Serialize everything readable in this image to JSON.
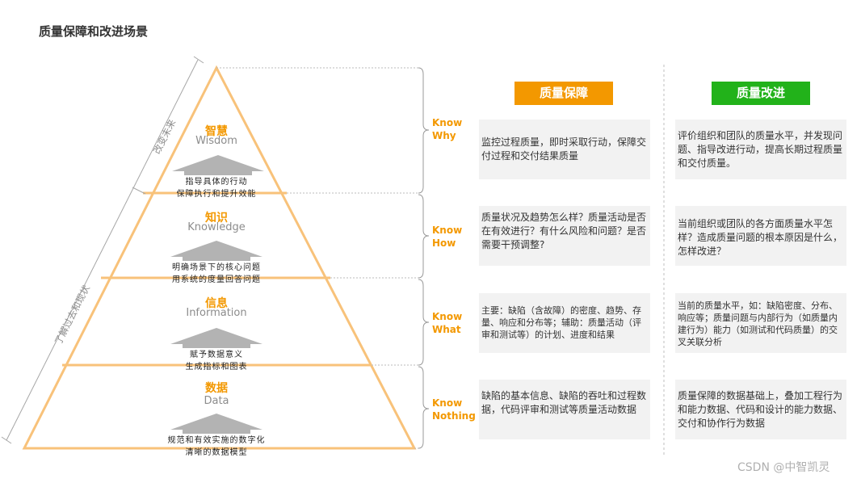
{
  "title": "质量保障和改进场景",
  "pyramid": {
    "levels": [
      {
        "cn": "智慧",
        "en": "Wisdom"
      },
      {
        "cn": "知识",
        "en": "Knowledge"
      },
      {
        "cn": "信息",
        "en": "Information"
      },
      {
        "cn": "数据",
        "en": "Data"
      }
    ],
    "arrows": [
      {
        "line1": "指导具体的行动",
        "line2": "保障执行和提升效能"
      },
      {
        "line1": "明确场景下的核心问题",
        "line2": "用系统的度量回答问题"
      },
      {
        "line1": "赋予数据意义",
        "line2": "生成指标和图表"
      },
      {
        "line1": "规范和有效实施的数字化",
        "line2": "清晰的数据模型"
      }
    ],
    "side_top": "改变未来",
    "side_bottom": "了解过去和现状"
  },
  "know_labels": [
    {
      "line1": "Know",
      "line2": "Why"
    },
    {
      "line1": "Know",
      "line2": "How"
    },
    {
      "line1": "Know",
      "line2": "What"
    },
    {
      "line1": "Know",
      "line2": "Nothing"
    }
  ],
  "columns": {
    "assurance": {
      "header": "质量保障",
      "color": "#f39800",
      "cells": [
        "监控过程质量，即时采取行动，保障交付过程和交付结果质量",
        "质量状况及趋势怎么样？质量活动是否在有效进行？有什么风险和问题？是否需要干预调整?",
        "主要：缺陷（含故障）的密度、趋势、存量、响应和分布等；辅助：质量活动（评审和测试等）的计划、进度和结果",
        "缺陷的基本信息、缺陷的吞吐和过程数据，代码评审和测试等质量活动数据"
      ]
    },
    "improvement": {
      "header": "质量改进",
      "color": "#22b21a",
      "cells": [
        "评价组织和团队的质量水平，并发现问题、指导改进行动，提高长期过程质量和交付质量。",
        "当前组织或团队的各方面质量水平怎样？造成质量问题的根本原因是什么，怎样改进？",
        "当前的质量水平，如：缺陷密度、分布、响应等；质量问题与内部行为（如质量内建行为）能力（如测试和代码质量）的交叉关联分析",
        "质量保障的数据基础上，叠加工程行为和能力数据、代码和设计的能力数据、交付和协作行为数据"
      ]
    }
  },
  "watermark": "CSDN @中智凯灵"
}
